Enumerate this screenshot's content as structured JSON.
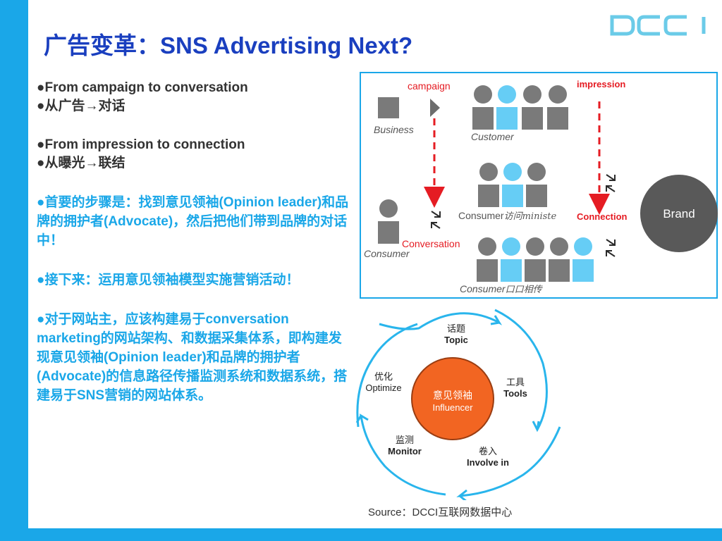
{
  "slide": {
    "title": "广告变革：SNS Advertising Next?",
    "logo_text": "DCCI",
    "bullets": [
      {
        "dot": "●",
        "text": "From campaign to conversation"
      },
      {
        "dot": "●",
        "text": "从广告→对话"
      },
      {
        "dot": "●",
        "text": "From impression to connection"
      },
      {
        "dot": "●",
        "text": "从曝光→联结"
      }
    ],
    "highlights": [
      "●首要的步骤是：找到意见领袖(Opinion leader)和品牌的拥护者(Advocate)，然后把他们带到品牌的对话中！",
      "●接下来：运用意见领袖模型实施营销活动！",
      "●对于网站主，应该构建易于conversation marketing的网站架构、和数据采集体系，即构建发现意见领袖(Opinion leader)和品牌的拥护者(Advocate)的信息路径传播监测系统和数据系统，搭建易于SNS营销的网站体系。"
    ],
    "diagram": {
      "campaign": "campaign",
      "impression": "impression",
      "business": "Business",
      "customer": "Customer",
      "consumer_visit": "Consumer",
      "consumer_visit_cn": "访问ministe",
      "connection": "Connection",
      "brand": "Brand",
      "conversation": "Conversation",
      "consumer": "Consumer",
      "consumer_wom": "Consumer",
      "consumer_wom_cn": "口口相传"
    },
    "cycle": {
      "center_cn": "意见领袖",
      "center_en": "Influencer",
      "topic_cn": "话题",
      "topic_en": "Topic",
      "tools_cn": "工具",
      "tools_en": "Tools",
      "involve_cn": "卷入",
      "involve_en": "Involve in",
      "monitor_cn": "监测",
      "monitor_en": "Monitor",
      "optimize_cn": "优化",
      "optimize_en": "Optimize"
    },
    "source": "Source：DCCI互联网数据中心",
    "colors": {
      "accent_blue": "#1aa7e8",
      "title_blue": "#1a3fbf",
      "red": "#e51c23",
      "orange": "#f26522",
      "gray": "#7a7a7a",
      "dark_gray": "#595959"
    }
  }
}
